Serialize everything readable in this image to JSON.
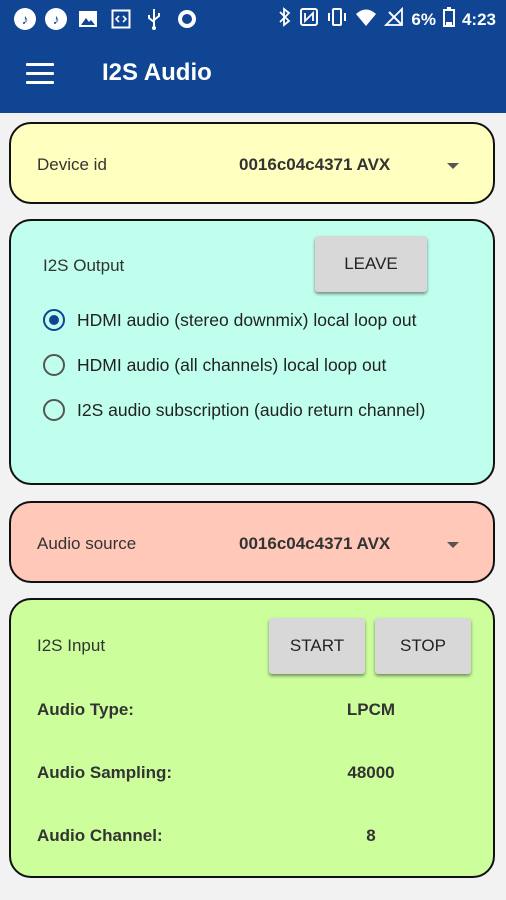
{
  "status_bar": {
    "left_icons": [
      "music-app-icon",
      "music-app-icon",
      "gallery-icon",
      "code-icon",
      "usb-icon",
      "record-icon"
    ],
    "battery_percent": "6%",
    "time": "4:23",
    "right_icons": [
      "bluetooth-icon",
      "nfc-icon",
      "vibrate-icon",
      "wifi-icon",
      "no-signal-icon",
      "battery-icon"
    ]
  },
  "app_bar": {
    "title": "I2S Audio",
    "background": "#0f4592"
  },
  "device": {
    "label": "Device id",
    "value": "0016c04c4371 AVX",
    "card_color": "#ffffc0"
  },
  "i2s_output": {
    "label": "I2S Output",
    "leave_label": "LEAVE",
    "card_color": "#c0ffee",
    "options": [
      {
        "label": "HDMI audio (stereo downmix) local loop out",
        "selected": true
      },
      {
        "label": "HDMI audio (all channels) local loop out",
        "selected": false
      },
      {
        "label": "I2S audio subscription (audio return channel)",
        "selected": false
      }
    ]
  },
  "audio_source": {
    "label": "Audio source",
    "value": "0016c04c4371 AVX",
    "card_color": "#ffc8b8"
  },
  "i2s_input": {
    "label": "I2S Input",
    "start_label": "START",
    "stop_label": "STOP",
    "card_color": "#ccff9c",
    "rows": [
      {
        "label": "Audio Type:",
        "value": "LPCM"
      },
      {
        "label": "Audio Sampling:",
        "value": "48000"
      },
      {
        "label": "Audio Channel:",
        "value": "8"
      }
    ]
  }
}
